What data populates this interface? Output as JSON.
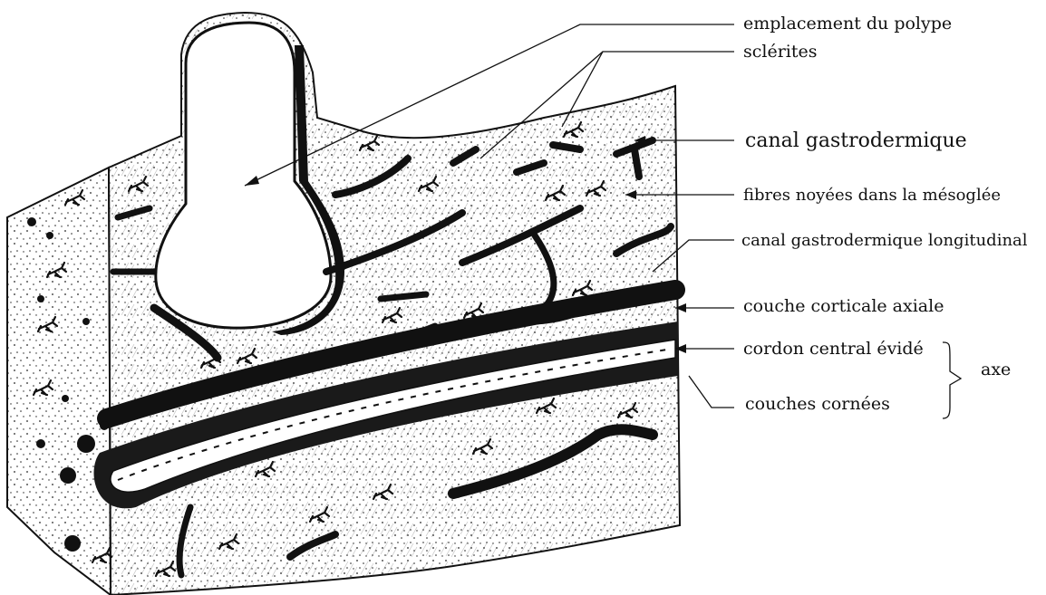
{
  "labels": {
    "polyp_site": "emplacement du polype",
    "sclerites": "sclérites",
    "gastrodermal_canal": "canal gastrodermique",
    "fibres": "fibres noyées dans la mésoglée",
    "longitudinal_canal": "canal gastrodermique longitudinal",
    "cortical_layer": "couche corticale axiale",
    "central_cord": "cordon central évidé",
    "horny_layers": "couches cornées",
    "axis": "axe"
  },
  "colors": {
    "ink": "#111111",
    "background": "#ffffff"
  }
}
